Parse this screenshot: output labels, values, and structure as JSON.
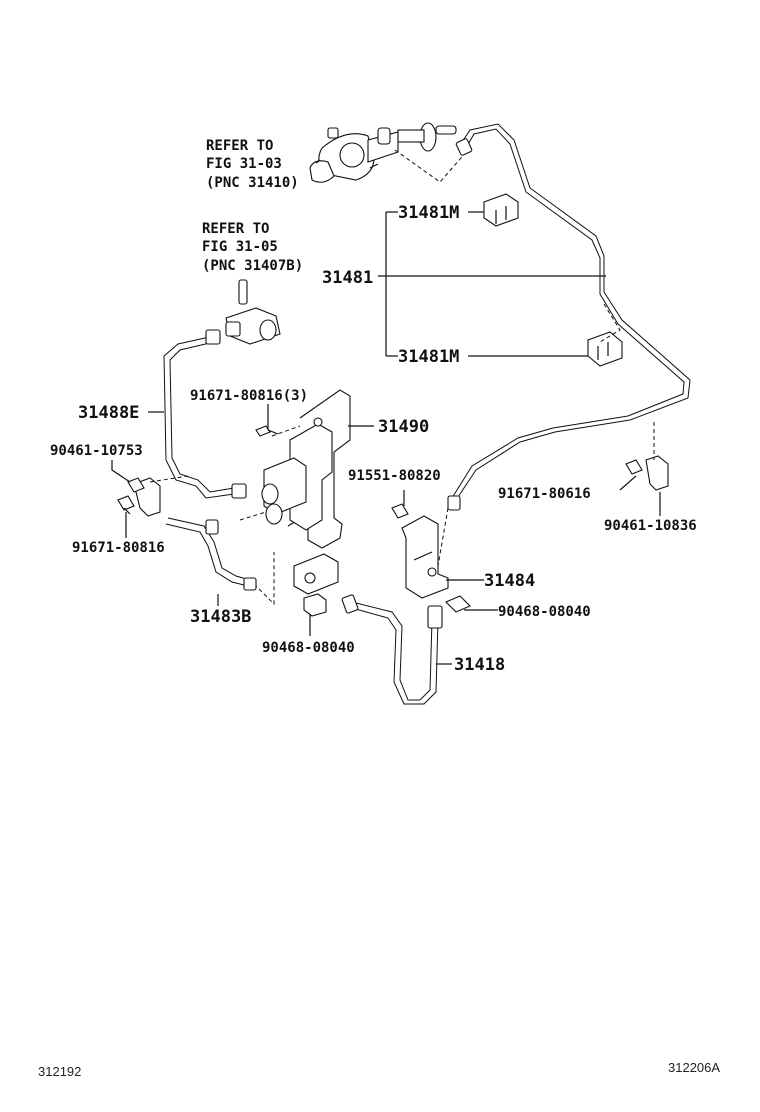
{
  "refers": [
    {
      "line1": "REFER TO",
      "line2": "FIG 31-03",
      "line3": "(PNC 31410)"
    },
    {
      "line1": "REFER TO",
      "line2": "FIG 31-05",
      "line3": "(PNC 31407B)"
    }
  ],
  "labels": {
    "p31481M_top": "31481M",
    "p31481": "31481",
    "p31481M_bottom": "31481M",
    "p91671_80816_3": "91671-80816(3)",
    "p31490": "31490",
    "p31488E": "31488E",
    "p90461_10753": "90461-10753",
    "p91551_80820": "91551-80820",
    "p91671_80616": "91671-80616",
    "p90461_10836": "90461-10836",
    "p91671_80816": "91671-80816",
    "p31484": "31484",
    "p31483B": "31483B",
    "p90468_08040_right": "90468-08040",
    "p90468_08040_bottom": "90468-08040",
    "p31418": "31418"
  },
  "footer": {
    "left_code": "312192",
    "right_code": "312206A"
  }
}
